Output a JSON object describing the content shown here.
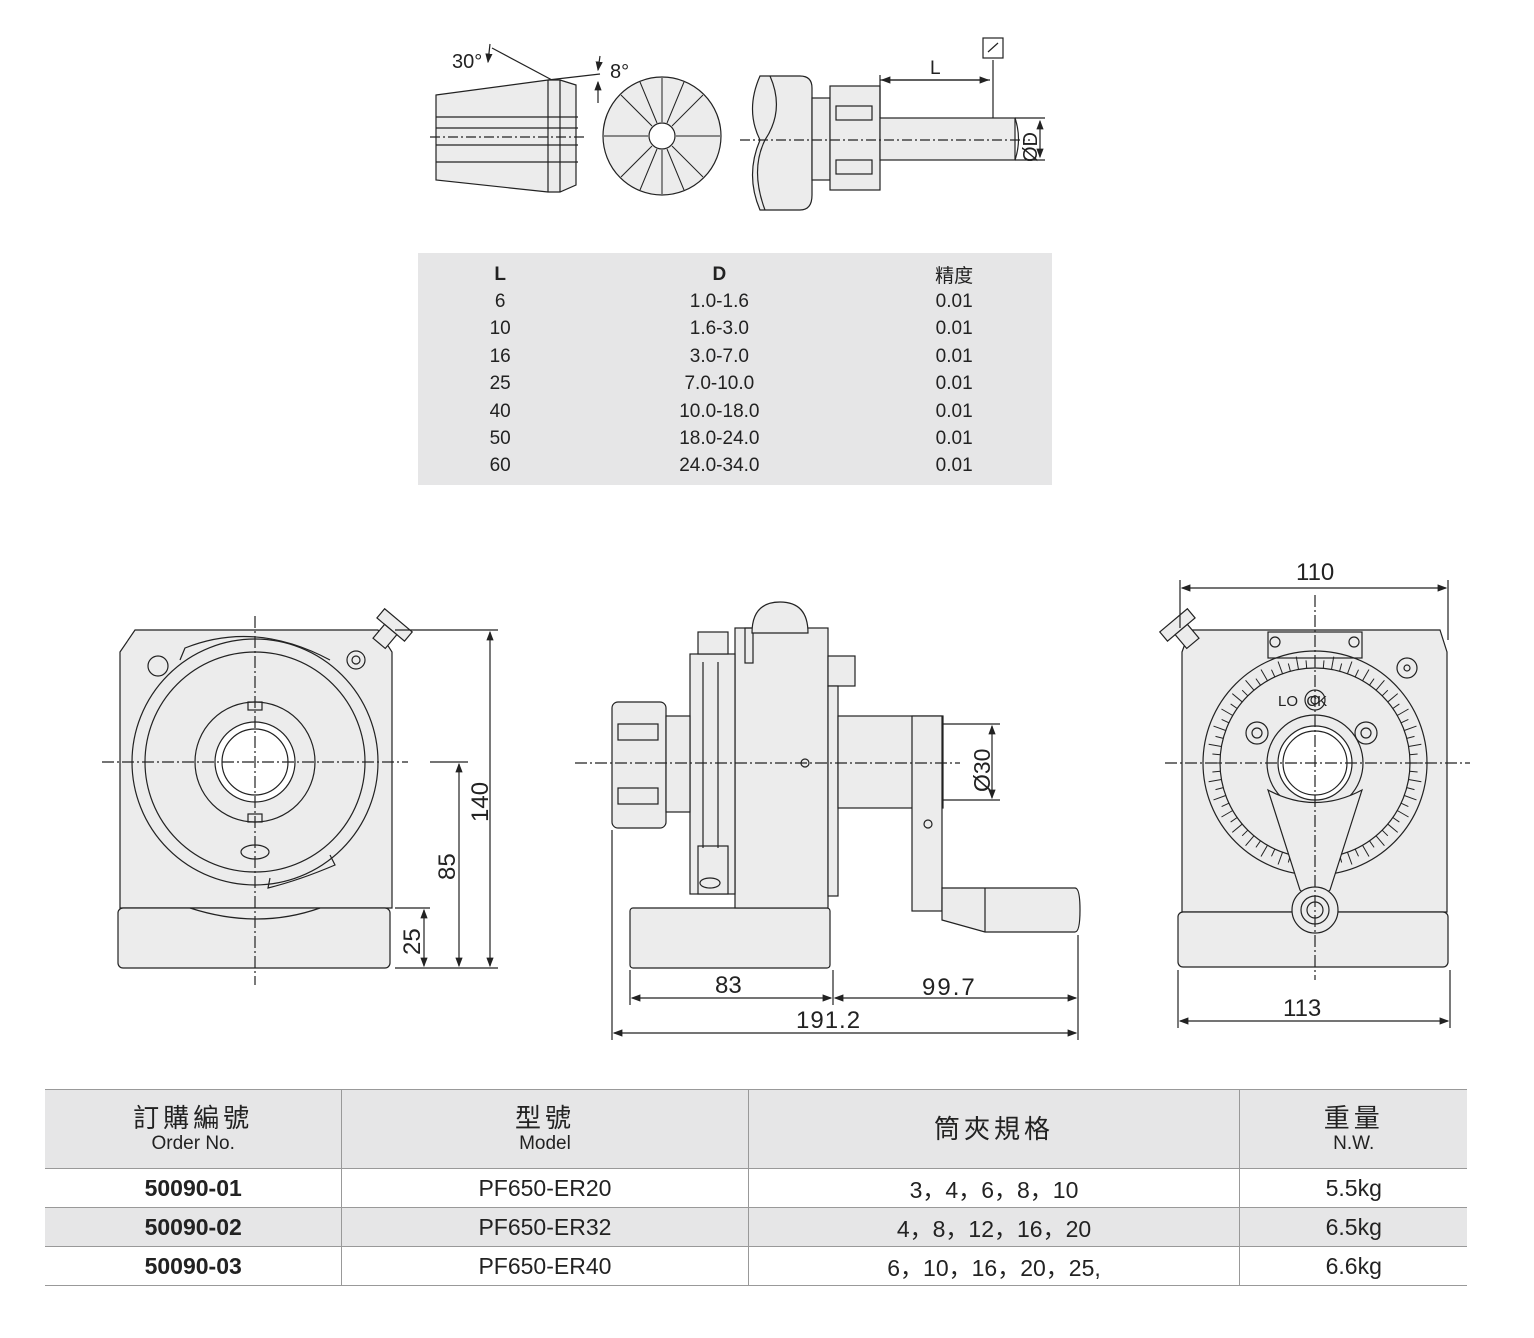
{
  "collet_diagram": {
    "angle_30": "30°",
    "angle_8": "8°",
    "label_L": "L",
    "label_phiD": "ØD"
  },
  "precision_table": {
    "headers": [
      "L",
      "D",
      "精度"
    ],
    "rows": [
      [
        "6",
        "1.0-1.6",
        "0.01"
      ],
      [
        "10",
        "1.6-3.0",
        "0.01"
      ],
      [
        "16",
        "3.0-7.0",
        "0.01"
      ],
      [
        "25",
        "7.0-10.0",
        "0.01"
      ],
      [
        "40",
        "10.0-18.0",
        "0.01"
      ],
      [
        "50",
        "18.0-24.0",
        "0.01"
      ],
      [
        "60",
        "24.0-34.0",
        "0.01"
      ]
    ]
  },
  "front_view": {
    "dim_140": "140",
    "dim_85": "85",
    "dim_25": "25"
  },
  "side_view": {
    "dim_phi30": "Ø30",
    "dim_83": "83",
    "dim_99_7": "99.7",
    "dim_191_2": "191.2"
  },
  "rear_view": {
    "dim_110": "110",
    "dim_113": "113",
    "lock_text": "LO  CK"
  },
  "order_table": {
    "headers": [
      {
        "zh": "訂購編號",
        "en": "Order No."
      },
      {
        "zh": "型號",
        "en": "Model"
      },
      {
        "zh": "筒夾規格",
        "en": ""
      },
      {
        "zh": "重量",
        "en": "N.W."
      }
    ],
    "rows": [
      {
        "order_no": "50090-01",
        "model": "PF650-ER20",
        "spec": "3，4，6，8，10",
        "weight": "5.5kg"
      },
      {
        "order_no": "50090-02",
        "model": "PF650-ER32",
        "spec": "4，8，12，16，20",
        "weight": "6.5kg"
      },
      {
        "order_no": "50090-03",
        "model": "PF650-ER40",
        "spec": "6，10，16，20，25,",
        "weight": "6.6kg"
      }
    ]
  }
}
